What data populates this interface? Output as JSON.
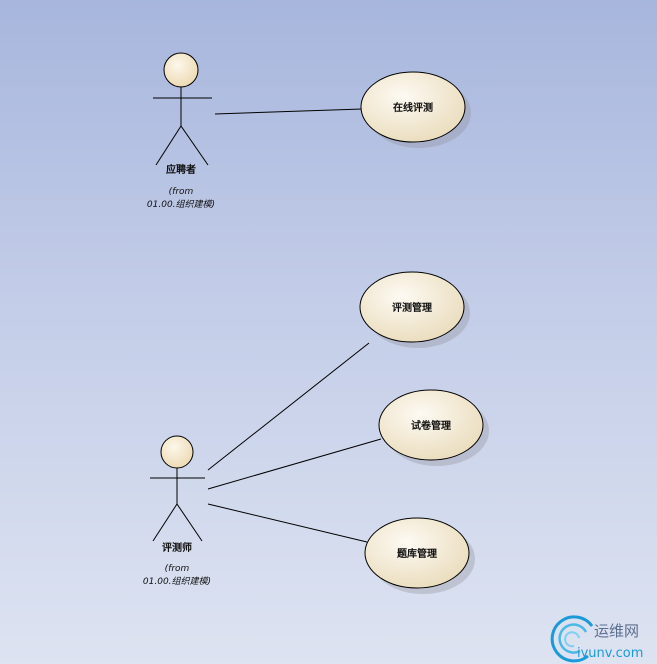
{
  "actors": [
    {
      "name": "应聘者",
      "from_line1": "(from",
      "from_line2": "01.00.组织建模)"
    },
    {
      "name": "评测师",
      "from_line1": "(from",
      "from_line2": "01.00.组织建模)"
    }
  ],
  "use_cases": [
    {
      "label": "在线评测"
    },
    {
      "label": "评测管理"
    },
    {
      "label": "试卷管理"
    },
    {
      "label": "题库管理"
    }
  ],
  "watermark": {
    "top": "运维网",
    "bottom": "iyunv.com"
  },
  "colors": {
    "ellipse_fill": "#f6eedb",
    "stroke": "#000000",
    "watermark": "#1a9ad6"
  }
}
